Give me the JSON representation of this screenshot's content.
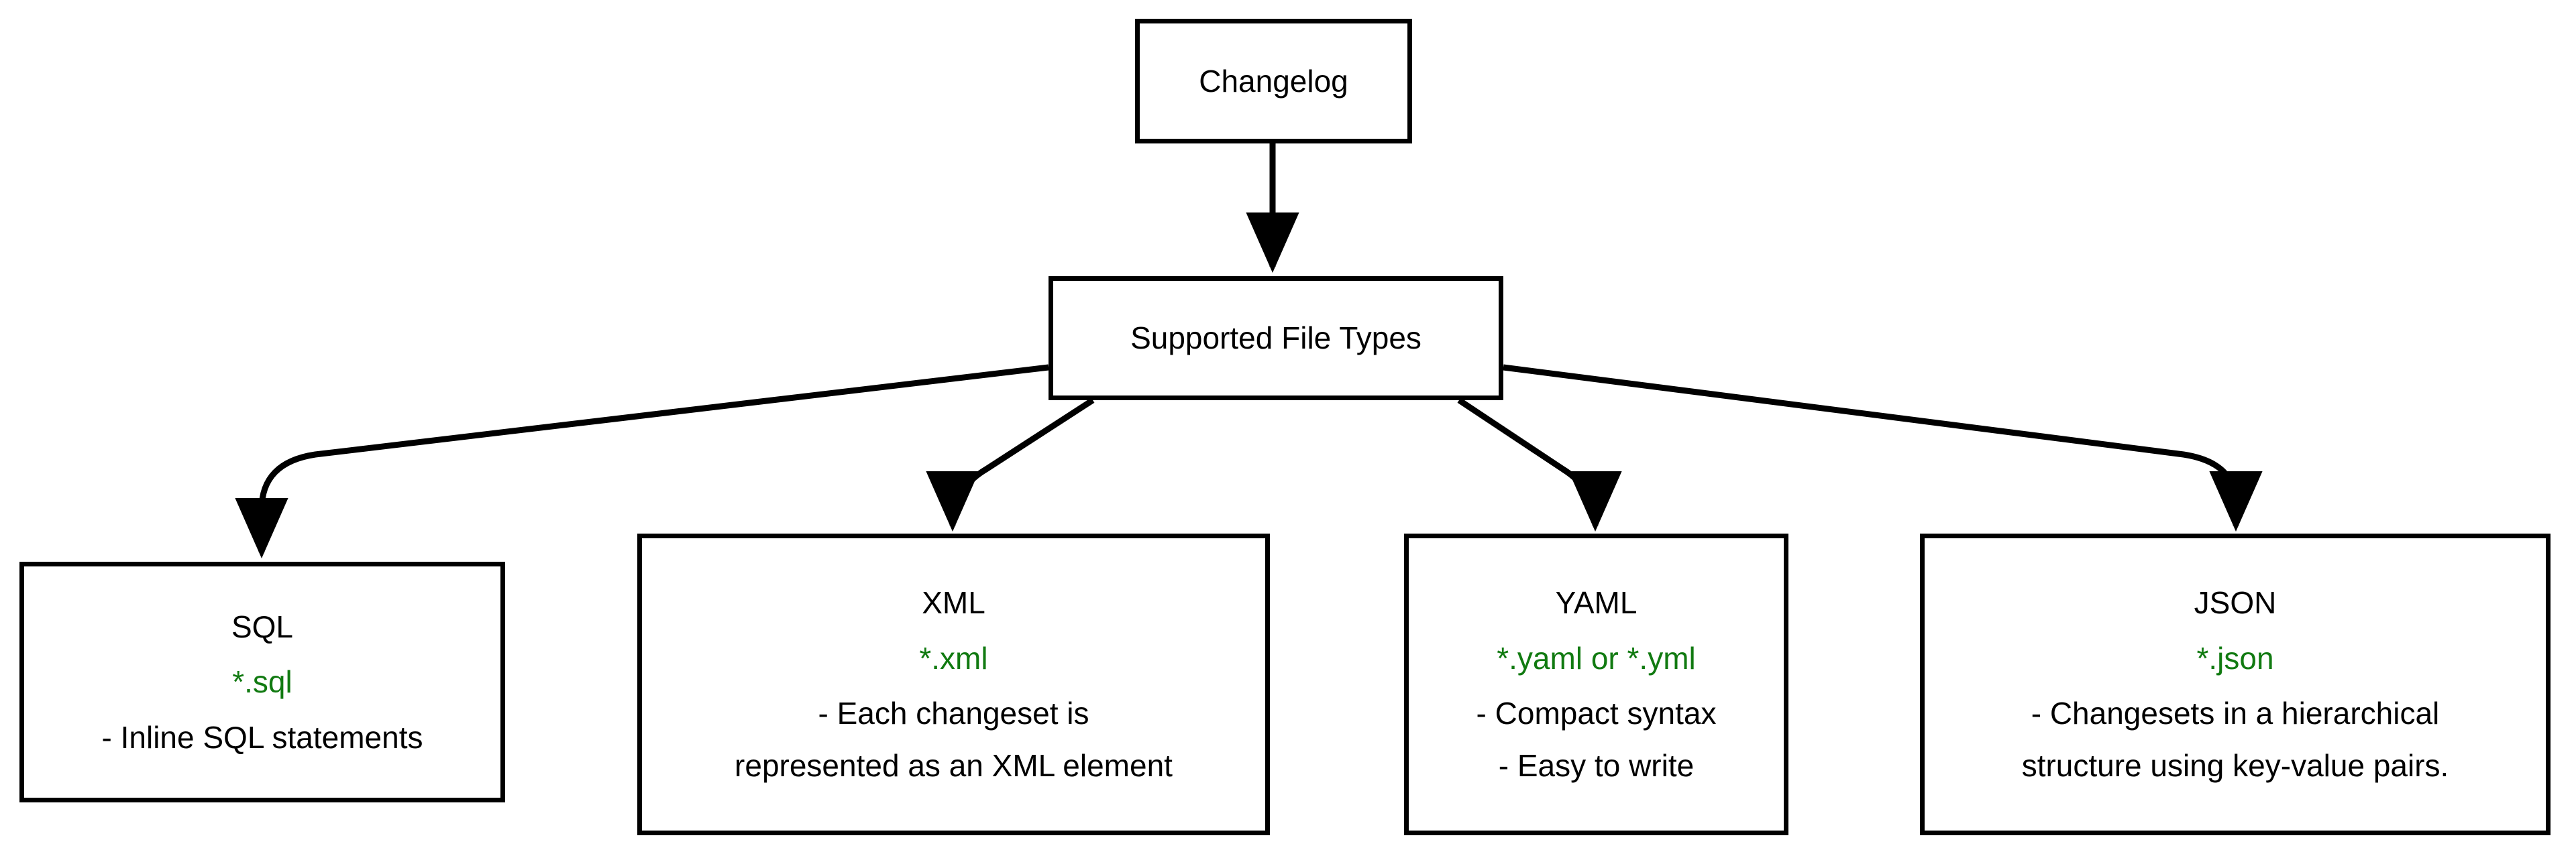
{
  "diagram": {
    "title": "Changelog Supported File Types",
    "type": "flowchart",
    "background_color": "#ffffff",
    "edge_color": "#000000",
    "node_border_color": "#000000",
    "node_fill_color": "#ffffff",
    "text_color": "#000000",
    "extension_color": "#117a11"
  },
  "nodes": {
    "changelog": {
      "title": "Changelog"
    },
    "supported_file_types": {
      "title": "Supported File Types"
    },
    "sql": {
      "title": "SQL",
      "extension": "*.sql",
      "description_lines": [
        "- Inline SQL statements"
      ]
    },
    "xml": {
      "title": "XML",
      "extension": "*.xml",
      "description_lines": [
        "- Each changeset is",
        "represented as an XML element"
      ]
    },
    "yaml": {
      "title": "YAML",
      "extension": "*.yaml or *.yml",
      "description_lines": [
        "- Compact syntax",
        "- Easy to write"
      ]
    },
    "json": {
      "title": "JSON",
      "extension": "*.json",
      "description_lines": [
        "- Changesets in a hierarchical",
        "structure using key-value pairs."
      ]
    }
  },
  "edges": [
    {
      "from": "changelog",
      "to": "supported_file_types",
      "arrow": "down"
    },
    {
      "from": "supported_file_types",
      "to": "sql",
      "arrow": "down"
    },
    {
      "from": "supported_file_types",
      "to": "xml",
      "arrow": "down"
    },
    {
      "from": "supported_file_types",
      "to": "yaml",
      "arrow": "down"
    },
    {
      "from": "supported_file_types",
      "to": "json",
      "arrow": "down"
    }
  ]
}
